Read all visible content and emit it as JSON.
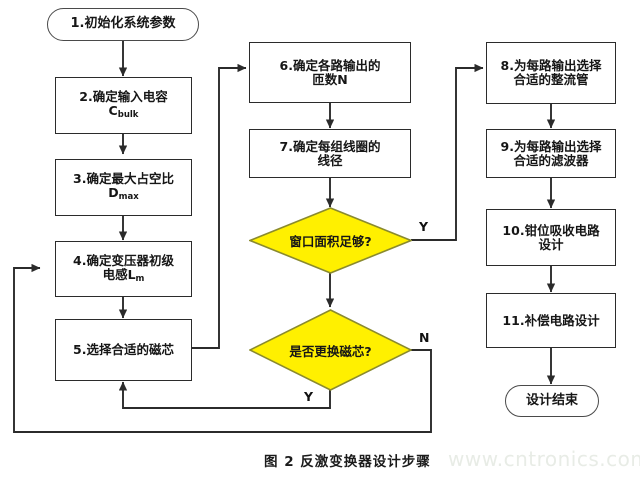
{
  "figure": {
    "caption": "图 2 反激变换器设计步骤",
    "watermark": "www.cntronics.com",
    "colors": {
      "decision_fill": "#FFF000",
      "decision_stroke": "#8a8a2e",
      "line": "#2b2b2b",
      "box_stroke": "#2b2b2b",
      "text": "#161616",
      "watermark": "#e8ece6",
      "background": "#ffffff"
    }
  },
  "nodes": {
    "start": {
      "type": "terminator",
      "label": "1.初始化系统参数"
    },
    "step2": {
      "type": "process",
      "line1": "2.确定输入电容",
      "line2": "C",
      "sub2": "bulk"
    },
    "step3": {
      "type": "process",
      "line1": "3.确定最大占空比",
      "line2": "D",
      "sub2": "max"
    },
    "step4": {
      "type": "process",
      "line1": "4.确定变压器初级",
      "line2": "电感L",
      "sub2": "m"
    },
    "step5": {
      "type": "process",
      "line1": "5.选择合适的磁芯"
    },
    "step6": {
      "type": "process",
      "line1": "6.确定各路输出的",
      "line2": "匝数N"
    },
    "step7": {
      "type": "process",
      "line1": "7.确定每组线圈的",
      "line2": "线径"
    },
    "decision1": {
      "type": "decision",
      "label": "窗口面积足够?",
      "yes": "Y"
    },
    "decision2": {
      "type": "decision",
      "label": "是否更换磁芯?",
      "yes": "Y",
      "no": "N"
    },
    "step8": {
      "type": "process",
      "line1": "8.为每路输出选择",
      "line2": "合适的整流管"
    },
    "step9": {
      "type": "process",
      "line1": "9.为每路输出选择",
      "line2": "合适的滤波器"
    },
    "step10": {
      "type": "process",
      "line1": "10.钳位吸收电路",
      "line2": "设计"
    },
    "step11": {
      "type": "process",
      "line1": "11.补偿电路设计"
    },
    "end": {
      "type": "terminator",
      "label": "设计结束"
    }
  },
  "edge_labels": {
    "d1_yes": "Y",
    "d2_no": "N",
    "d2_yes": "Y"
  }
}
